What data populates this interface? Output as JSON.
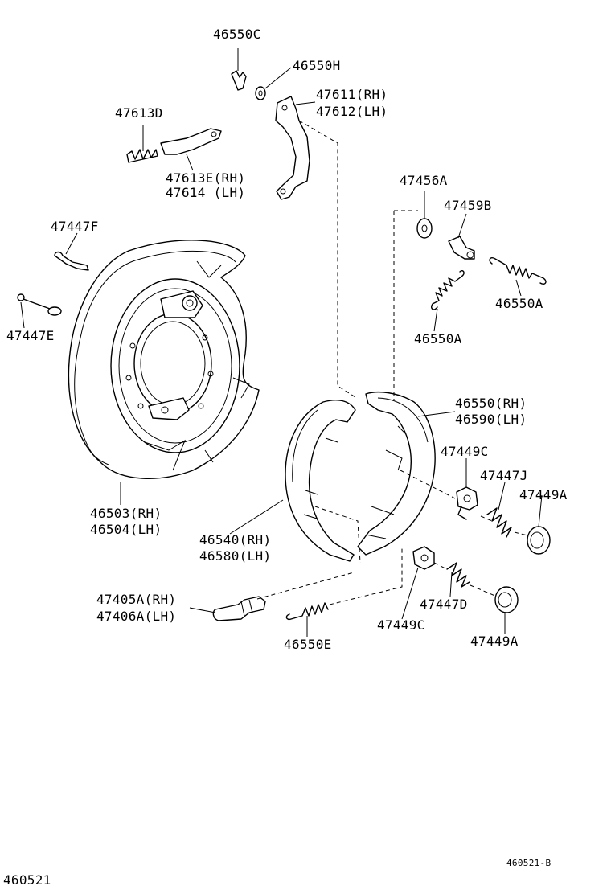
{
  "labels": {
    "p46550C": "46550C",
    "p46550H": "46550H",
    "p47611": "47611(RH)",
    "p47612": "47612(LH)",
    "p47613D": "47613D",
    "p47613E": "47613E(RH)",
    "p47614": "47614 (LH)",
    "p47456A": "47456A",
    "p47459B": "47459B",
    "p47447F": "47447F",
    "p46550A_right": "46550A",
    "p47447E": "47447E",
    "p46550A_center": "46550A",
    "p46550": "46550(RH)",
    "p46590": "46590(LH)",
    "p47449C_upper": "47449C",
    "p47447J": "47447J",
    "p47449A_upper": "47449A",
    "p46503": "46503(RH)",
    "p46504": "46504(LH)",
    "p46540": "46540(RH)",
    "p46580": "46580(LH)",
    "p47405A": "47405A(RH)",
    "p47406A": "47406A(LH)",
    "p47447D": "47447D",
    "p47449C_lower": "47449C",
    "p46550E": "46550E",
    "p47449A_lower": "47449A"
  },
  "footer": {
    "figure_code": "460521-B",
    "page_code": "460521"
  }
}
